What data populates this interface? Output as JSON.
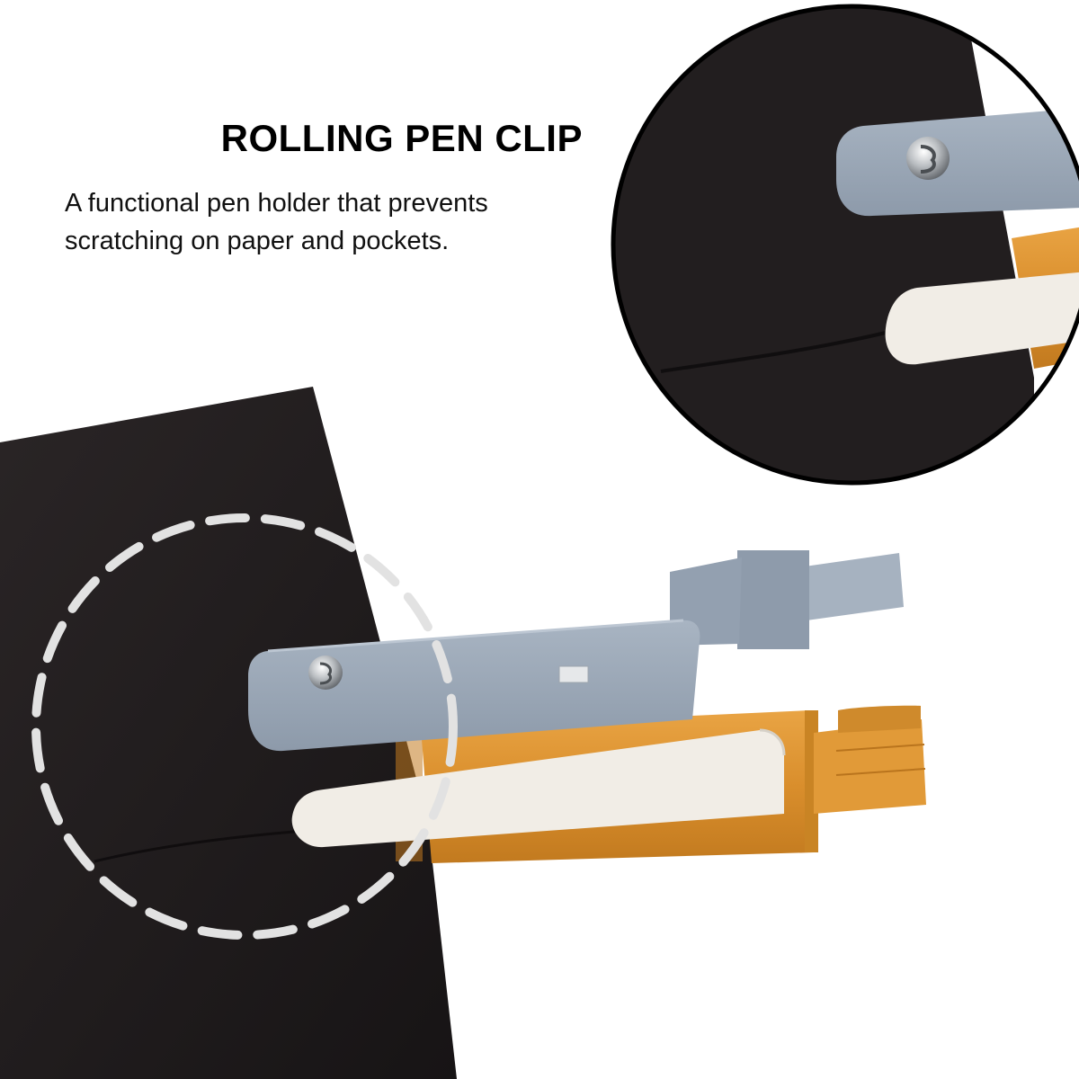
{
  "headline": "ROLLING PEN CLIP",
  "description_lines": [
    "A functional pen holder that prevents",
    "scratching on paper and pockets."
  ],
  "colors": {
    "background": "#ffffff",
    "paper": "#1f1b1c",
    "clip": "#9aa7b6",
    "pen_body": "#d98e2c",
    "pen_clip": "#eeeae2",
    "dashed_circle": "#e2e2e2"
  }
}
